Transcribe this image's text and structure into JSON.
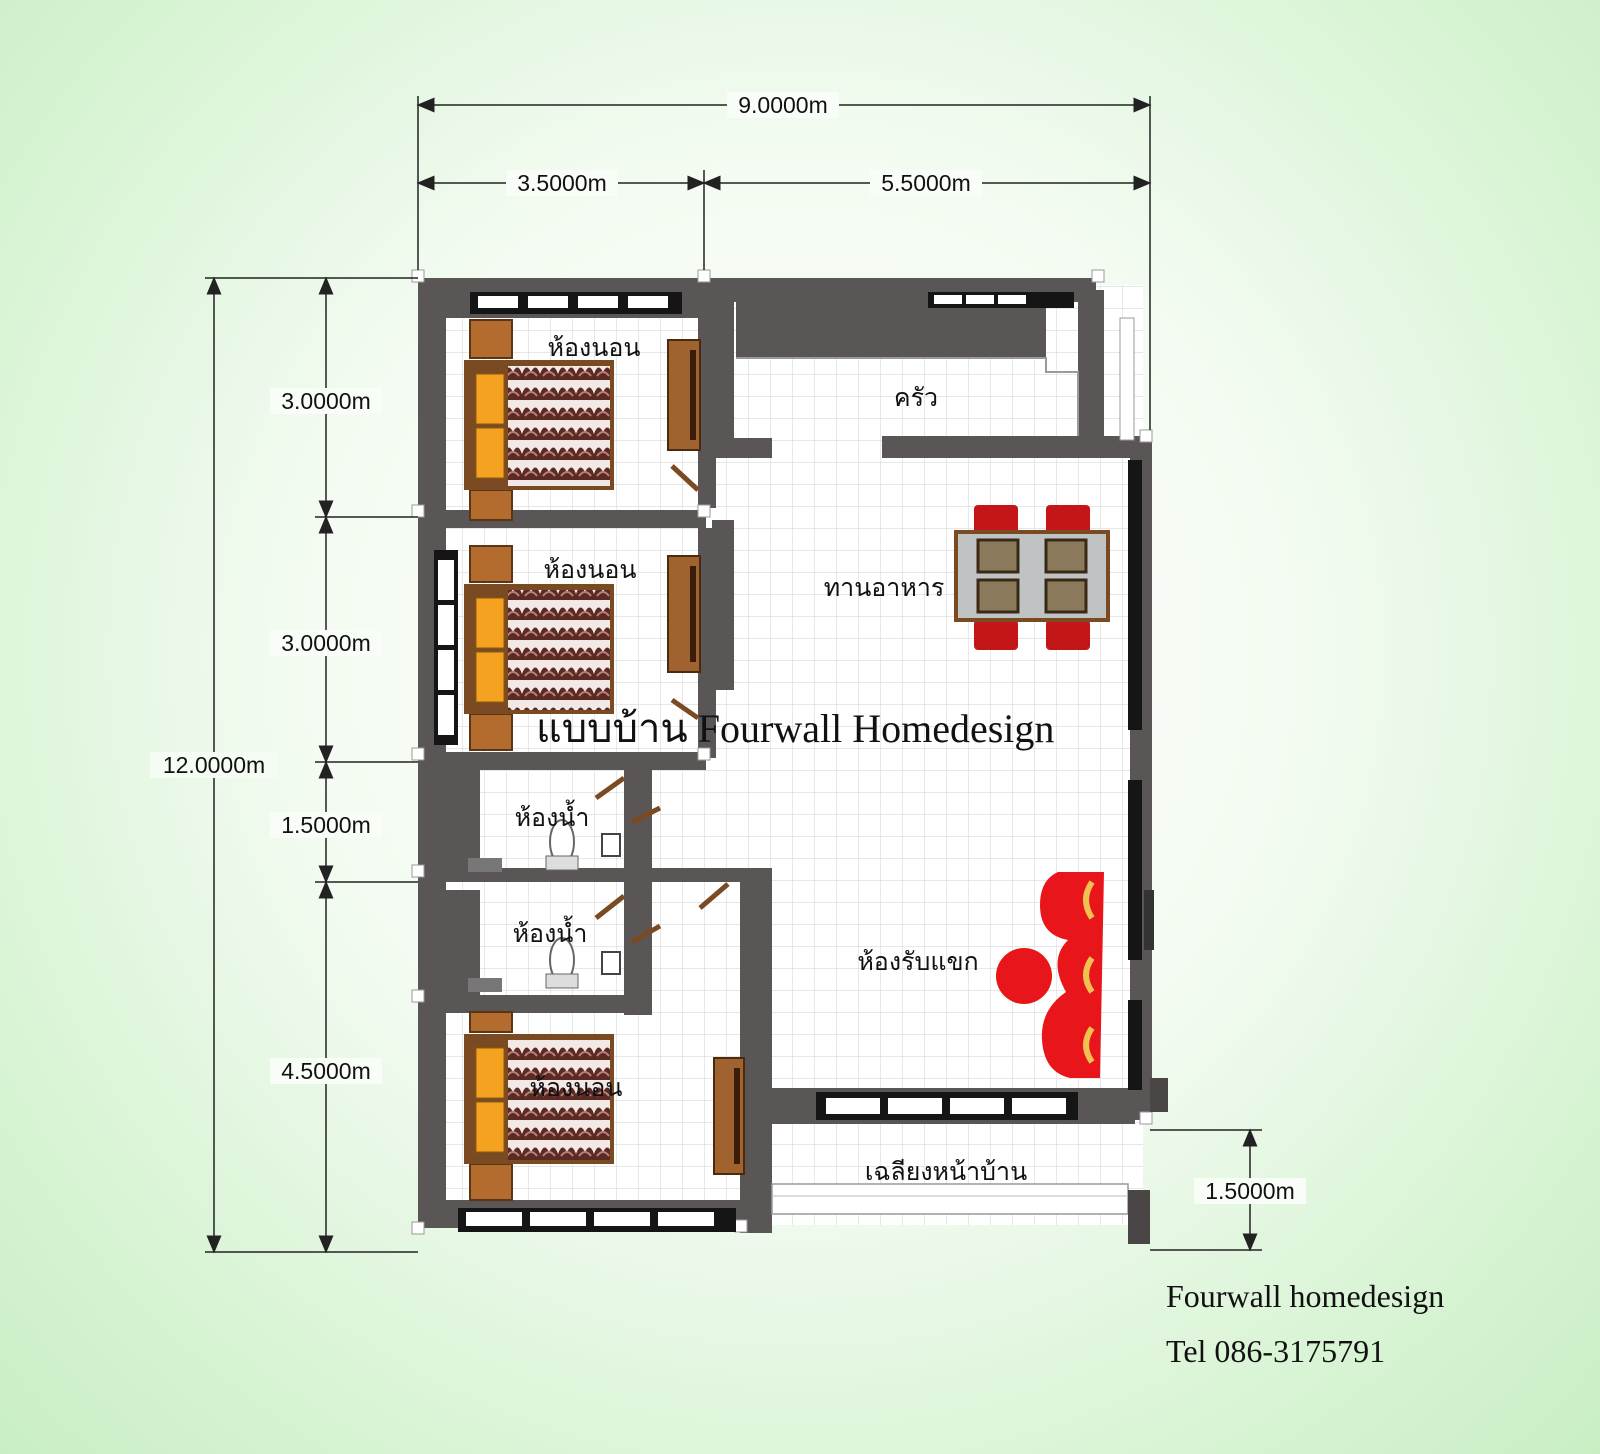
{
  "dimensions": {
    "total_width": "9.0000m",
    "left_width": "3.5000m",
    "right_width": "5.5000m",
    "total_depth": "12.0000m",
    "bedroom1_depth": "3.0000m",
    "bedroom2_depth": "3.0000m",
    "bath_depth": "1.5000m",
    "bedroom3_depth": "4.5000m",
    "porch_depth": "1.5000m"
  },
  "rooms": {
    "bedroom1": "ห้องนอน",
    "bedroom2": "ห้องนอน",
    "bedroom3": "ห้องนอน",
    "bathroom1": "ห้องน้ำ",
    "bathroom2": "ห้องน้ำ",
    "kitchen": "ครัว",
    "dining": "ทานอาหาร",
    "living": "ห้องรับแขก",
    "porch": "เฉลียงหน้าบ้าน"
  },
  "watermark": "แบบบ้าน Fourwall Homedesign",
  "credit": {
    "company": "Fourwall homedesign",
    "phone": "Tel 086-3175791"
  },
  "colors": {
    "wall": "#5a5655",
    "floor": "#ffffff",
    "grid": "#d9dcdf",
    "bed_pillow": "#f4a21f",
    "wood": "#a0632f",
    "furniture_red": "#d71a1a"
  }
}
